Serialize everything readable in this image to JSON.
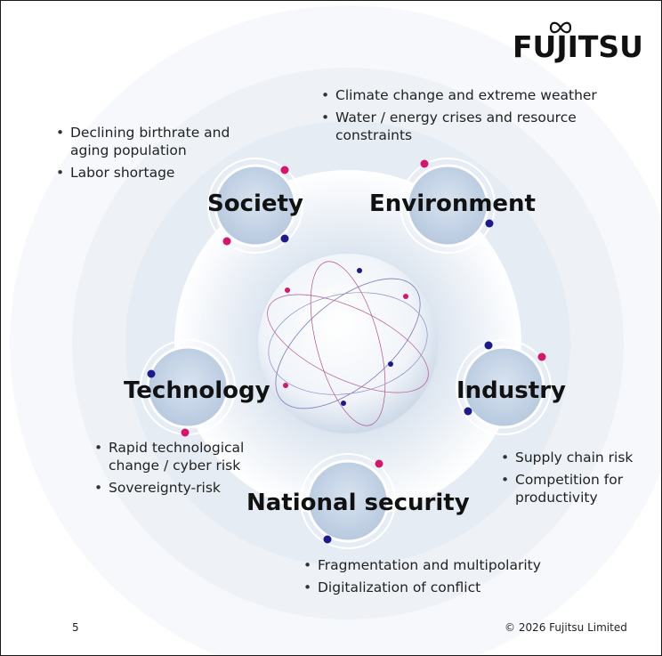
{
  "brand": {
    "logo_text": "FUJITSU"
  },
  "themes": {
    "society": {
      "label": "Society",
      "bullets": [
        "Declining birthrate and aging population",
        "Labor shortage"
      ]
    },
    "environment": {
      "label": "Environment",
      "bullets": [
        "Climate change and extreme weather",
        "Water / energy crises and resource constraints"
      ]
    },
    "technology": {
      "label": "Technology",
      "bullets": [
        "Rapid technological change / cyber risk",
        "Sovereignty-risk"
      ]
    },
    "industry": {
      "label": "Industry",
      "bullets": [
        "Supply chain risk",
        "Competition for productivity"
      ]
    },
    "national_security": {
      "label": "National security",
      "bullets": [
        "Fragmentation and multipolarity",
        "Digitalization of conflict"
      ]
    }
  },
  "footer": {
    "page_number": "5",
    "copyright": "© 2026 Fujitsu Limited"
  },
  "colors": {
    "accent_pink": "#d6156c",
    "accent_navy": "#1e1a8c",
    "ring_blue": "#cfdcec"
  }
}
